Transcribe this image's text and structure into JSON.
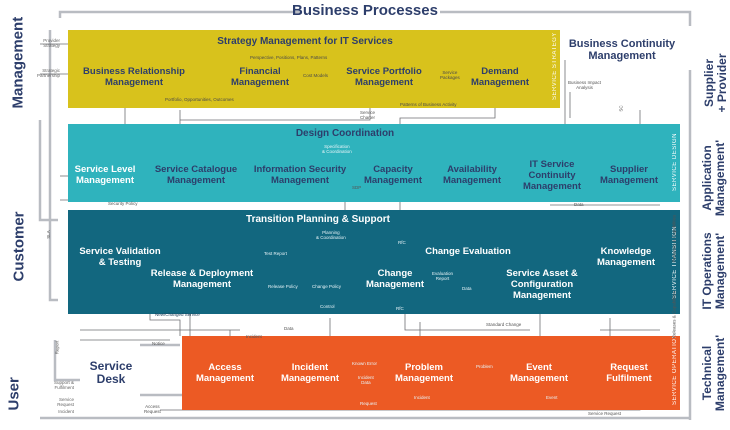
{
  "top_title": "Business Processes",
  "left_labels": {
    "management": "Management",
    "customer": "Customer",
    "user": "User"
  },
  "right_labels": {
    "supplier": [
      "Supplier",
      "+ Provider"
    ],
    "application": [
      "Application",
      "Management'"
    ],
    "it_operations": [
      "IT Operations",
      "Management'"
    ],
    "technical": [
      "Technical",
      "Management'"
    ]
  },
  "outside": {
    "bcm": [
      "Business Continuity",
      "Management"
    ],
    "service_desk": [
      "Service",
      "Desk"
    ]
  },
  "bands": {
    "strategy": {
      "label": "SERVICE STRATEGY",
      "color": "#d8c21c"
    },
    "design": {
      "label": "SERVICE DESIGN",
      "color": "#2fb3bd"
    },
    "transition": {
      "label": "SERVICE TRANSITION",
      "color": "#12677f"
    },
    "operation": {
      "label": "SERVICE OPERATION",
      "color": "#ec5a24"
    }
  },
  "strategy": {
    "title": "Strategy Management for IT Services",
    "brm": [
      "Business Relationship",
      "Management"
    ],
    "financial": [
      "Financial",
      "Management"
    ],
    "portfolio": [
      "Service Portfolio",
      "Management"
    ],
    "demand": [
      "Demand",
      "Management"
    ],
    "notes": {
      "perspective": "Perspective, Positions, Plans, Patterns",
      "cost_models": "Cost Models",
      "service_packages": [
        "Service",
        "Packages"
      ],
      "portfolio_opps": "Portfolio, Opportunities, Outcomes",
      "pba": "Patterns of Business Activity"
    }
  },
  "design": {
    "coordination": "Design Coordination",
    "slm": [
      "Service Level",
      "Management"
    ],
    "catalogue": [
      "Service Catalogue",
      "Management"
    ],
    "security": [
      "Information Security",
      "Management"
    ],
    "capacity": [
      "Capacity",
      "Management"
    ],
    "availability": [
      "Availability",
      "Management"
    ],
    "itscm": [
      "IT Service",
      "Continuity",
      "Management"
    ],
    "supplier": [
      "Supplier",
      "Management"
    ],
    "notes": {
      "charter": [
        "Service",
        "Charter"
      ],
      "spec": [
        "Specification",
        "& Coordination"
      ],
      "security_policy": "Security Policy",
      "sdp": "SDP",
      "bia": [
        "Business Impact",
        "Analysis"
      ]
    }
  },
  "transition": {
    "planning": "Transition Planning & Support",
    "validation": [
      "Service Validation",
      "& Testing"
    ],
    "release": [
      "Release & Deployment",
      "Management"
    ],
    "change": [
      "Change",
      "Management"
    ],
    "evaluation": "Change Evaluation",
    "sacm": [
      "Service Asset &",
      "Configuration",
      "Management"
    ],
    "knowledge": [
      "Knowledge",
      "Management"
    ],
    "notes": {
      "plan_coord": [
        "Planning",
        "& Coordination"
      ],
      "test_report": "Test Report",
      "release_policy": "Release Policy",
      "change_policy": "Change Policy",
      "control": "Control",
      "eval_report": [
        "Evaluation",
        "Report"
      ],
      "data": "Data",
      "rfc": "RfC",
      "new_service": "New/Changed Service",
      "standard_change": "Standard Change"
    }
  },
  "operation": {
    "access": [
      "Access",
      "Management"
    ],
    "incident": [
      "Incident",
      "Management"
    ],
    "problem": [
      "Problem",
      "Management"
    ],
    "event": [
      "Event",
      "Management"
    ],
    "request": [
      "Request",
      "Fulfilment"
    ],
    "notes": {
      "known_error": "Known Error",
      "problem": "Problem",
      "incident_data": [
        "Incident",
        "Data"
      ],
      "incident": "Incident",
      "event": "Event",
      "request": "Request",
      "service_request": "Service Request",
      "access_request": [
        "Access",
        "Request"
      ],
      "notice": "Notice"
    }
  },
  "misc_notes": {
    "provider_strategy": [
      "Provider",
      "Strategy"
    ],
    "strategic_partnership": [
      "Strategic",
      "Partnership"
    ],
    "sla": "SLA",
    "report": "Report",
    "support_fulfilment": [
      "Support &",
      "Fulfilment"
    ],
    "service_request": [
      "Service",
      "Request"
    ],
    "incident": "Incident",
    "data": "Data",
    "releases": "Releases & Capabilities",
    "sc": "SC"
  }
}
